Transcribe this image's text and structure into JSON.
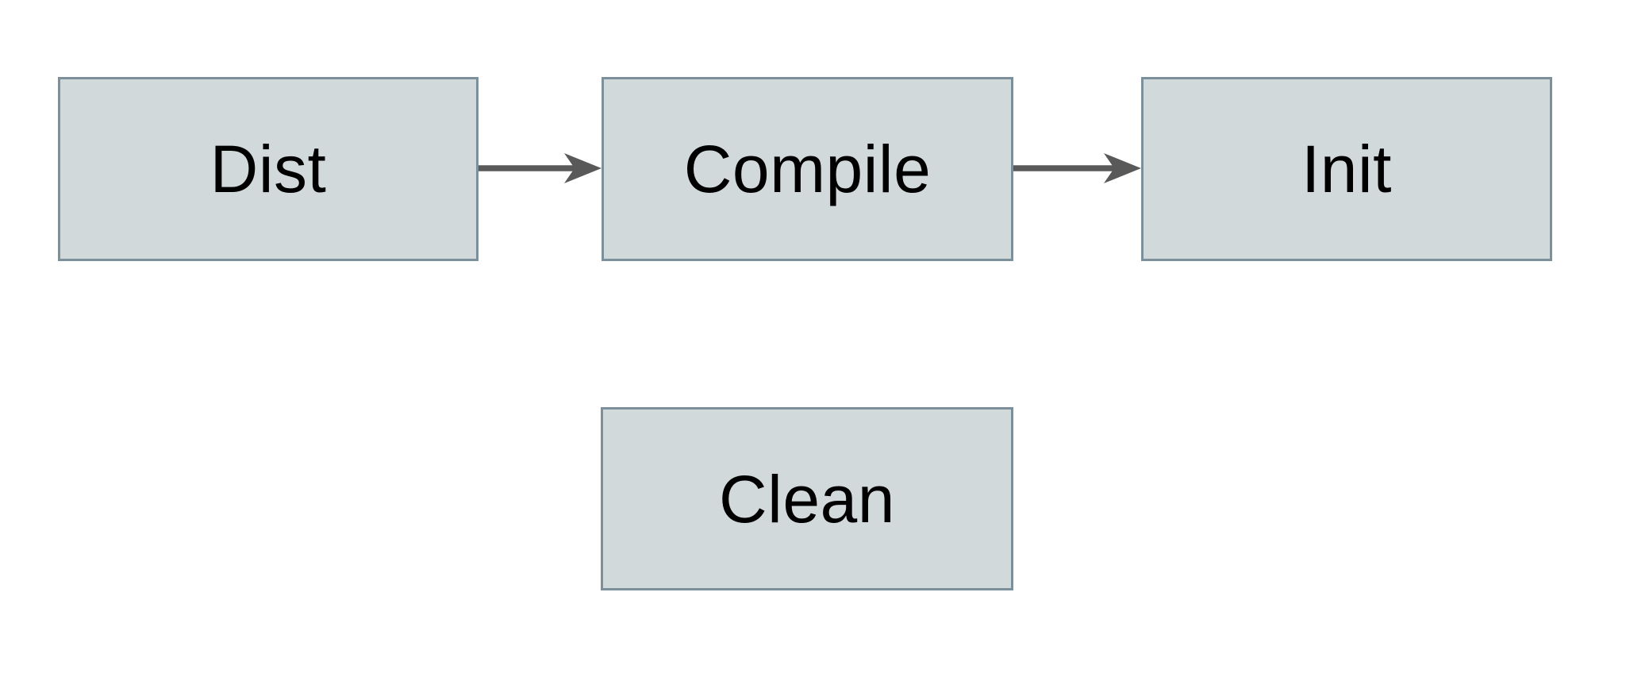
{
  "diagram": {
    "title": "build-targets-flow",
    "nodes": [
      {
        "id": "dist",
        "label": "Dist"
      },
      {
        "id": "compile",
        "label": "Compile"
      },
      {
        "id": "init",
        "label": "Init"
      },
      {
        "id": "clean",
        "label": "Clean"
      }
    ],
    "edges": [
      {
        "from": "dist",
        "to": "compile",
        "style": "arrow-right"
      },
      {
        "from": "compile",
        "to": "init",
        "style": "arrow-right"
      }
    ],
    "colors": {
      "background": "#ffffff",
      "node_fill": "#d1d9db",
      "node_border": "#7b909b",
      "arrow_color": "#595959",
      "text_color": "#000000"
    }
  }
}
